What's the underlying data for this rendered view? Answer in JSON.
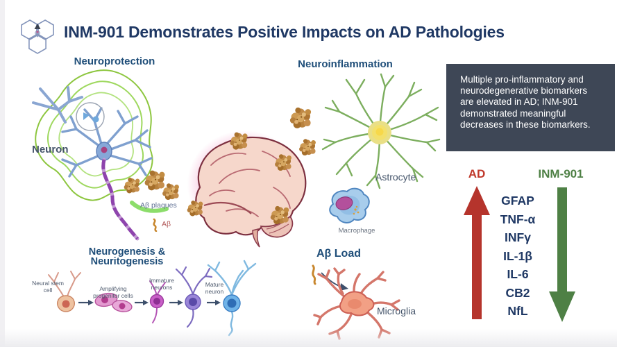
{
  "header": {
    "title": "INM-901 Demonstrates Positive Impacts on AD Pathologies",
    "logo_name": "inmed-hexagon-logo"
  },
  "neuroprotection": {
    "heading": "Neuroprotection",
    "neuron_label": "Neuron",
    "ab_plaques_label": "Aβ plaques",
    "ab_label": "Aβ"
  },
  "neuroinflammation": {
    "heading": "Neuroinflammation",
    "astrocyte_label": "Astrocyte",
    "macrophage_label": "Macrophage"
  },
  "neurogenesis": {
    "heading_line1": "Neurogenesis &",
    "heading_line2": "Neuritogenesis",
    "stage_labels": [
      "Neural stem cell",
      "Amplifying progenitor cells",
      "Immature neurons",
      "Mature neuron"
    ]
  },
  "ab_load": {
    "heading": "Aβ Load",
    "microglia_label": "Microglia"
  },
  "callout": {
    "text": "Multiple pro-inflammatory and neurodegenerative biomarkers are elevated in AD; INM-901 demonstrated meaningful decreases in these biomarkers."
  },
  "biomarkers": {
    "ad_label": "AD",
    "inm901_label": "INM-901",
    "items": [
      "GFAP",
      "TNF-α",
      "INFγ",
      "IL-1β",
      "IL-6",
      "CB2",
      "NfL"
    ]
  },
  "colors": {
    "title_navy": "#1f3864",
    "heading_blue": "#1f4e79",
    "label_bluegray": "#44546a",
    "ad_red": "#b5342c",
    "inm_green": "#4e8045",
    "callout_bg": "#3e4756",
    "plaque_tan": "#b8823e",
    "brain_pink": "#f6d7cb",
    "glow_magenta": "#ee87bc"
  }
}
